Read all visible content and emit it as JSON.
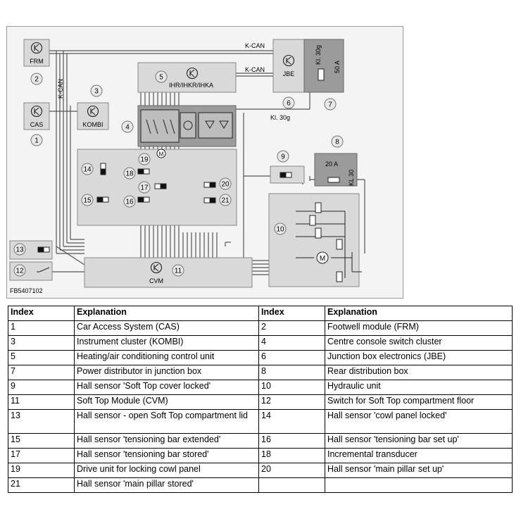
{
  "diagram": {
    "figure_code": "FB5407102",
    "bus_labels": {
      "kcan_top": "K-CAN",
      "kcan_mid": "K-CAN",
      "kcan_vertical": "K-CAN"
    },
    "terminal_labels": {
      "kl30g_bottom": "Kl. 30g",
      "kl30g_fuse": "Kl. 30g",
      "kl30": "KL 30"
    },
    "fuse_ratings": {
      "fuse_50a": "50 A",
      "fuse_20a": "20 A"
    },
    "modules": {
      "frm": "FRM",
      "cas": "CAS",
      "kombi": "KOMBI",
      "ihka": "IHR/IHKR/IHKA",
      "jbe": "JBE",
      "cvm": "CVM",
      "motor": "M"
    },
    "index_markers": [
      "1",
      "2",
      "3",
      "4",
      "5",
      "6",
      "7",
      "8",
      "9",
      "10",
      "11",
      "12",
      "13",
      "14",
      "15",
      "16",
      "17",
      "18",
      "19",
      "20",
      "21"
    ]
  },
  "legend": {
    "headers": [
      "Index",
      "Explanation",
      "Index",
      "Explanation"
    ],
    "rows": [
      [
        "1",
        "Car Access System (CAS)",
        "2",
        "Footwell module (FRM)"
      ],
      [
        "3",
        "Instrument cluster (KOMBI)",
        "4",
        "Centre console switch cluster"
      ],
      [
        "5",
        "Heating/air conditioning control unit",
        "6",
        "Junction box electronics (JBE)"
      ],
      [
        "7",
        "Power distributor in junction box",
        "8",
        "Rear distribution box"
      ],
      [
        "9",
        "Hall sensor 'Soft Top cover locked'",
        "10",
        "Hydraulic unit"
      ],
      [
        "11",
        "Soft Top Module (CVM)",
        "12",
        "Switch for Soft Top compartment floor"
      ],
      [
        "13",
        "Hall sensor - open Soft Top compartment lid",
        "14",
        "Hall sensor 'cowl panel locked'"
      ],
      [
        "15",
        "Hall sensor 'tensioning bar extended'",
        "16",
        "Hall sensor 'tensioning bar set up'"
      ],
      [
        "17",
        "Hall sensor 'tensioning bar stored'",
        "18",
        "Incremental transducer"
      ],
      [
        "19",
        "Drive unit for locking cowl panel",
        "20",
        "Hall sensor 'main pillar set up'"
      ],
      [
        "21",
        "Hall sensor 'main pillar stored'",
        "",
        ""
      ]
    ]
  },
  "colors": {
    "module_fill": "#d9d9d9",
    "dark_fill": "#9b9b9b",
    "line": "#555555",
    "marker_fill": "#e8e8e8"
  }
}
